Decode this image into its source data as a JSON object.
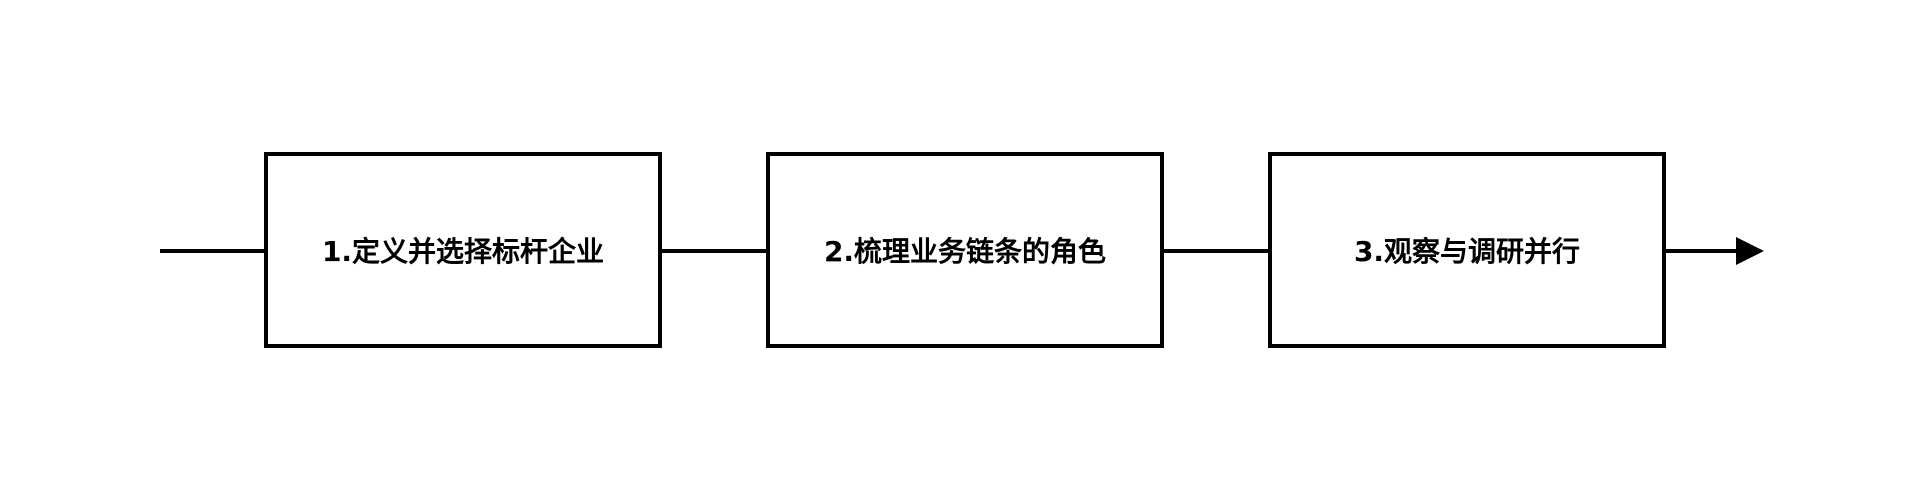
{
  "flow": {
    "steps": [
      {
        "label": "1.定义并选择标杆企业"
      },
      {
        "label": "2.梳理业务链条的角色"
      },
      {
        "label": "3.观察与调研并行"
      }
    ]
  },
  "colors": {
    "stroke": "#000000",
    "background": "#ffffff"
  }
}
